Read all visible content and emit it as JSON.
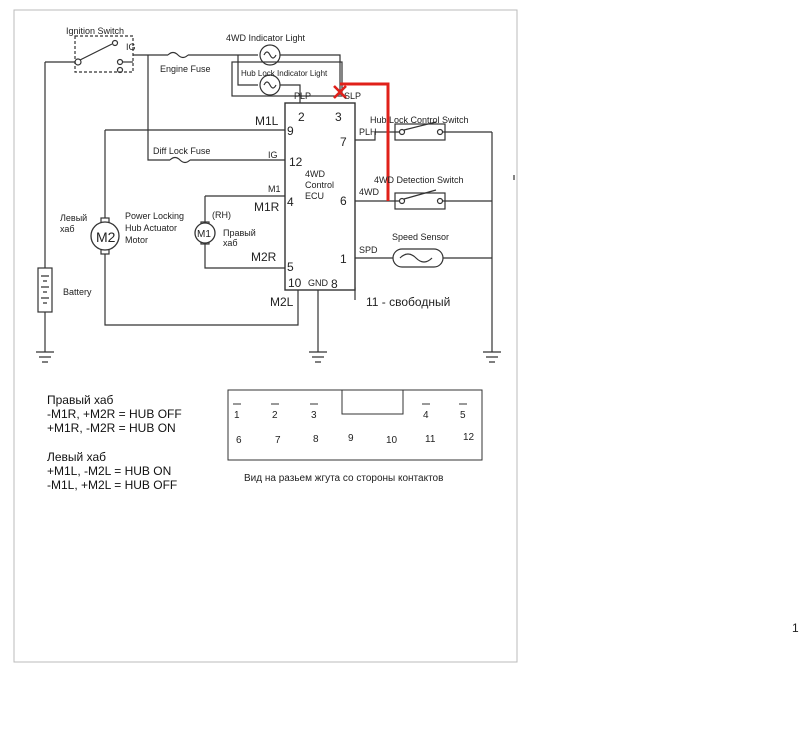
{
  "labels": {
    "ignition_switch": "Ignition Switch",
    "ig_top": "IG",
    "engine_fuse": "Engine Fuse",
    "indicator_4wd": "4WD Indicator Light",
    "hub_lock_indicator": "Hub Lock Indicator Light",
    "diff_lock_fuse": "Diff Lock Fuse",
    "ig_left": "IG",
    "m1_small": "M1",
    "power_locking_motor": [
      "Power Locking",
      "Hub Actuator",
      "Motor"
    ],
    "left_hub": [
      "Левый",
      "хаб"
    ],
    "right_hub": [
      "Правый",
      "хаб"
    ],
    "rh": "(RH)",
    "m2": "M2",
    "m1": "M1",
    "battery": "Battery",
    "ecu": [
      "4WD",
      "Control",
      "ECU"
    ],
    "plp": "PLP",
    "slp": "SLP",
    "plh": "PLH",
    "fwd": "4WD",
    "spd": "SPD",
    "gnd": "GND",
    "hub_lock_control_switch": "Hub Lock Control Switch",
    "detection_switch": "4WD Detection Switch",
    "speed_sensor": "Speed Sensor",
    "m1l": "M1L",
    "m1r": "M1R",
    "m2r": "M2R",
    "m2l": "M2L",
    "free_pin": "11 - свободный",
    "page_num": "1"
  },
  "pins": {
    "p2": "2",
    "p3": "3",
    "p9": "9",
    "p7": "7",
    "p12": "12",
    "p4": "4",
    "p6": "6",
    "p5": "5",
    "p1": "1",
    "p10": "10",
    "p8": "8"
  },
  "notes": {
    "right_title": "Правый хаб",
    "right_1": "-M1R, +M2R = HUB OFF",
    "right_2": "+M1R, -M2R = HUB ON",
    "left_title": "Левый хаб",
    "left_1": "+M1L, -M2L = HUB ON",
    "left_2": "-M1L, +M2L = HUB OFF"
  },
  "connector": {
    "caption": "Вид на разьем жгута со стороны контактов",
    "top_row": [
      "1",
      "2",
      "3",
      "4",
      "5"
    ],
    "bottom_row": [
      "6",
      "7",
      "8",
      "9",
      "10",
      "11",
      "12"
    ]
  },
  "colors": {
    "wire": "#333333",
    "modification": "#e0201a"
  }
}
